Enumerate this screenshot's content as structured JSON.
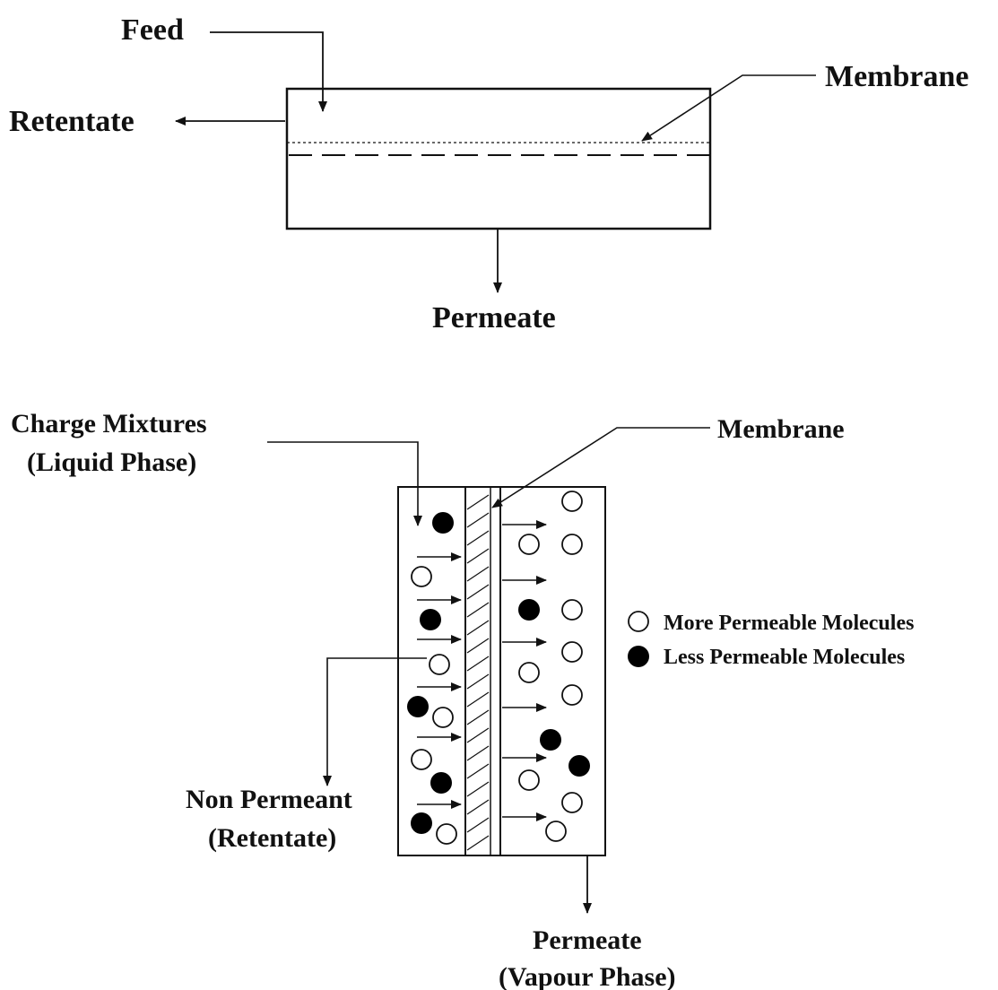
{
  "top_diagram": {
    "feed": "Feed",
    "retentate": "Retentate",
    "membrane": "Membrane",
    "permeate": "Permeate"
  },
  "bottom_diagram": {
    "charge_line1": "Charge Mixtures",
    "charge_line2": "(Liquid Phase)",
    "membrane": "Membrane",
    "non_permeant_line1": "Non Permeant",
    "non_permeant_line2": "(Retentate)",
    "permeate_line1": "Permeate",
    "permeate_line2": "(Vapour Phase)",
    "legend": {
      "more_permeable": "More Permeable Molecules",
      "less_permeable": "Less Permeable Molecules"
    }
  },
  "colors": {
    "line": "#111111",
    "open_molecule": "#ffffff",
    "filled_molecule": "#000000"
  }
}
